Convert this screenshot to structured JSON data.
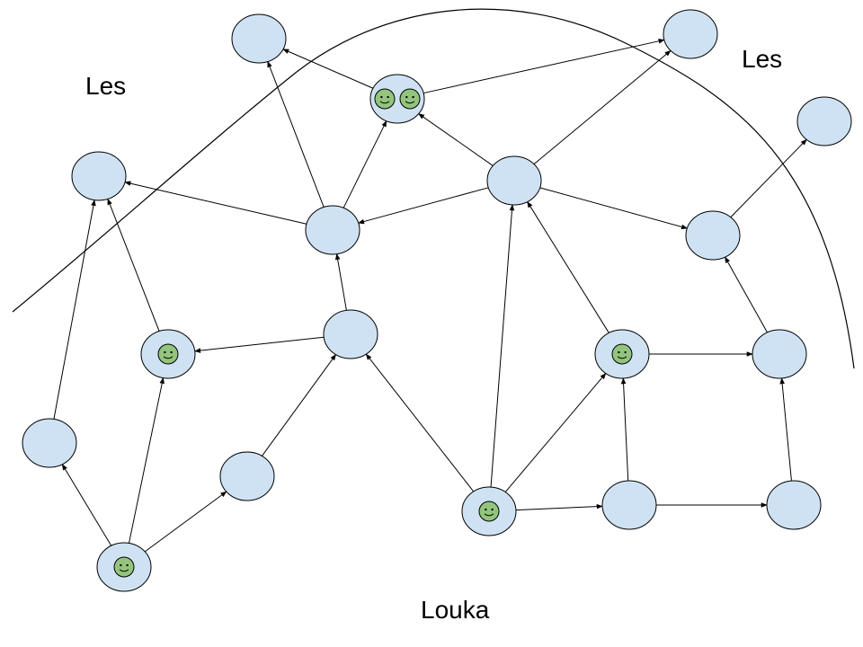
{
  "labels": {
    "les_left": "Les",
    "les_right": "Les",
    "louka": "Louka"
  },
  "colors": {
    "node_fill": "#cfe2f3",
    "smiley_fill": "#93c47d",
    "stroke": "#000000"
  },
  "icons": [
    "smiley-icon",
    "arrow-icon"
  ]
}
